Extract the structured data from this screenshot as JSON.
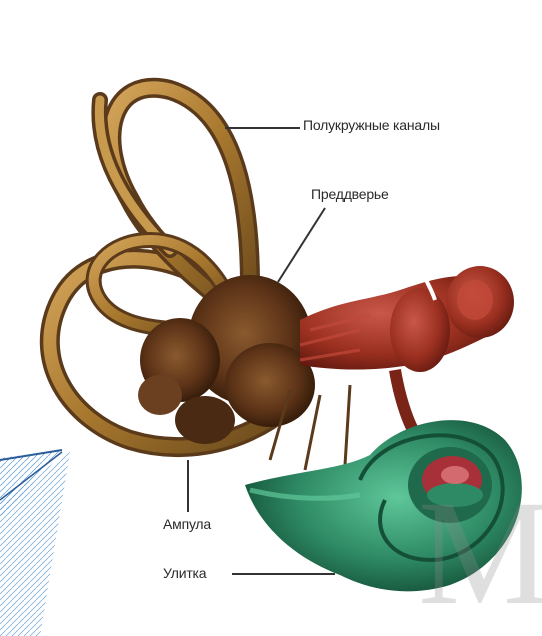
{
  "labels": {
    "canals": "Полукружные каналы",
    "vestibule": "Преддверье",
    "ampulla": "Ампула",
    "cochlea": "Улитка"
  },
  "watermark": "M",
  "colors": {
    "bone": "#a8782e",
    "bone_dark": "#5a3a1a",
    "vestibule": "#5e3418",
    "nerve": "#9b3020",
    "cochlea": "#2e8a64",
    "cochlea_inner": "#a83038",
    "slide_stripes": "#3f88c8"
  }
}
